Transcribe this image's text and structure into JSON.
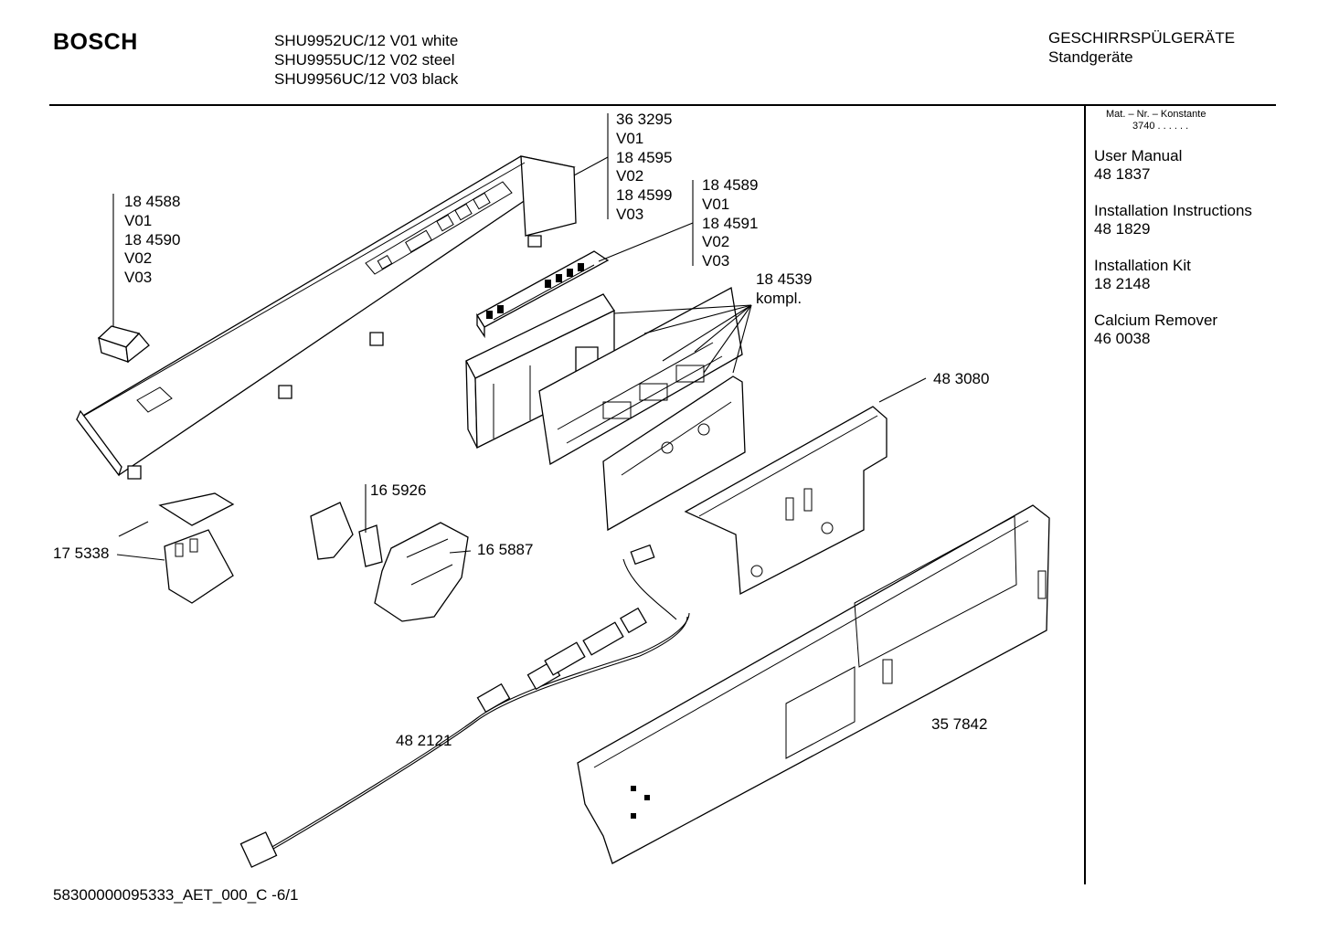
{
  "header": {
    "brand": "BOSCH",
    "models": [
      "SHU9952UC/12 V01 white",
      "SHU9955UC/12 V02 steel",
      "SHU9956UC/12 V03 black"
    ],
    "category": "GESCHIRRSPÜLGERÄTE",
    "subcategory": "Standgeräte"
  },
  "sidebar": {
    "mat_nr_title": "Mat. – Nr. – Konstante",
    "mat_nr_constant": "3740 . .   . . . .",
    "documents": [
      {
        "name": "User Manual",
        "number": "48 1837"
      },
      {
        "name": "Installation Instructions",
        "number": "48 1829"
      },
      {
        "name": "Installation Kit",
        "number": "18 2148"
      },
      {
        "name": "Calcium Remover",
        "number": "46 0038"
      }
    ]
  },
  "parts": {
    "control_panel": [
      "36 3295",
      "V01",
      "18 4595",
      "V02",
      "18 4599",
      "V03"
    ],
    "keypad": [
      "18 4589",
      "V01",
      "18 4591",
      "V02",
      "V03"
    ],
    "clip": [
      "18 4588",
      "V01",
      "18 4590",
      "V02",
      "V03"
    ],
    "electronic_module": [
      "18 4539",
      "kompl."
    ],
    "module_housing": [
      "48 3080"
    ],
    "switch": [
      "17 5338"
    ],
    "relay": [
      "16 5926"
    ],
    "holder": [
      "16 5887"
    ],
    "cable_harness": [
      "48 2121"
    ],
    "cover_panel": [
      "35 7842"
    ]
  },
  "footer": {
    "document_code": "58300000095333_AET_000_C  -6/1"
  }
}
